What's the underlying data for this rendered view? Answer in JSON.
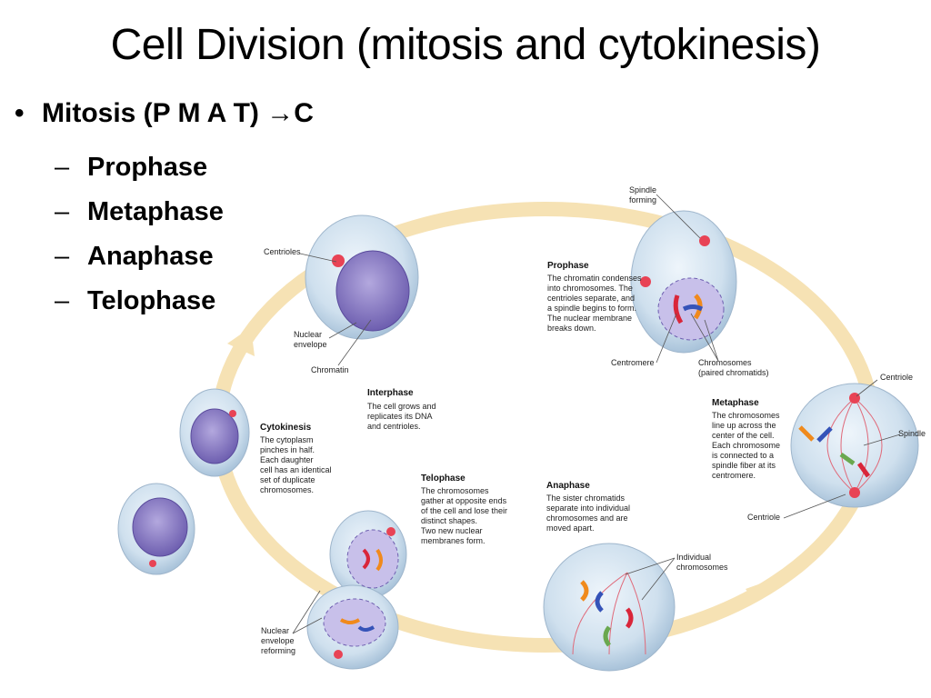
{
  "slide": {
    "title": "Cell Division (mitosis and cytokinesis)",
    "bullet": "Mitosis (P M A T) →C",
    "phases": [
      "Prophase",
      "Metaphase",
      "Anaphase",
      "Telophase"
    ]
  },
  "diagram": {
    "colors": {
      "cycle_arrow": "#f6e2b4",
      "cell": "#cfe0ee",
      "nucleus": "#8e7fc4",
      "chromosome_red": "#d9263a",
      "chromosome_blue": "#3553b8",
      "chromosome_orange": "#f08a1c",
      "chromosome_green": "#6aa84f"
    },
    "callouts": {
      "centrioles": "Centrioles",
      "nuclear_envelope": [
        "Nuclear",
        "envelope"
      ],
      "chromatin": "Chromatin",
      "spindle_forming": [
        "Spindle",
        "forming"
      ],
      "centromere": "Centromere",
      "chromosomes": [
        "Chromosomes",
        "(paired chromatids)"
      ],
      "centriole_top": "Centriole",
      "spindle": "Spindle",
      "centriole_bottom": "Centriole",
      "individual_chromosomes": [
        "Individual",
        "chromosomes"
      ],
      "nuclear_envelope_reforming": [
        "Nuclear",
        "envelope",
        "reforming"
      ]
    },
    "stages": {
      "interphase": {
        "title": "Interphase",
        "lines": [
          "The cell grows and",
          "replicates its DNA",
          "and centrioles."
        ]
      },
      "prophase": {
        "title": "Prophase",
        "lines": [
          "The chromatin condenses",
          "into chromosomes. The",
          "centrioles separate, and",
          "a spindle begins to form.",
          "The nuclear membrane",
          "breaks down."
        ]
      },
      "metaphase": {
        "title": "Metaphase",
        "lines": [
          "The chromosomes",
          "line up across the",
          "center of the cell.",
          "Each chromosome",
          "is connected to a",
          "spindle fiber at its",
          "centromere."
        ]
      },
      "anaphase": {
        "title": "Anaphase",
        "lines": [
          "The sister chromatids",
          "separate into individual",
          "chromosomes and are",
          "moved apart."
        ]
      },
      "telophase": {
        "title": "Telophase",
        "lines": [
          "The chromosomes",
          "gather at opposite ends",
          "of the cell and lose their",
          "distinct shapes.",
          "Two new nuclear",
          "membranes form."
        ]
      },
      "cytokinesis": {
        "title": "Cytokinesis",
        "lines": [
          "The cytoplasm",
          "pinches in half.",
          "Each daughter",
          "cell has an identical",
          "set of duplicate",
          "chromosomes."
        ]
      }
    }
  }
}
